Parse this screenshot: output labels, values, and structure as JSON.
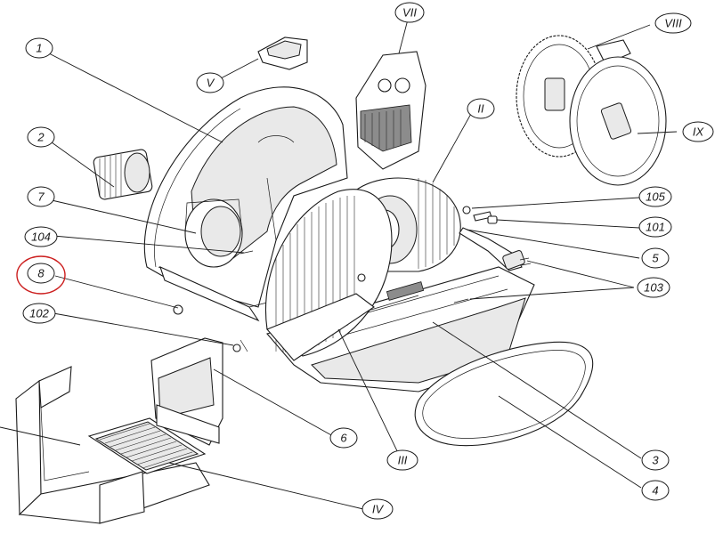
{
  "callouts": [
    {
      "id": "1",
      "text": "1"
    },
    {
      "id": "2",
      "text": "2"
    },
    {
      "id": "7",
      "text": "7"
    },
    {
      "id": "104",
      "text": "104"
    },
    {
      "id": "8",
      "text": "8",
      "highlighted": true
    },
    {
      "id": "102",
      "text": "102"
    },
    {
      "id": "V",
      "text": "V"
    },
    {
      "id": "VII",
      "text": "VII"
    },
    {
      "id": "VIII",
      "text": "VIII"
    },
    {
      "id": "IX",
      "text": "IX"
    },
    {
      "id": "II",
      "text": "II"
    },
    {
      "id": "105",
      "text": "105"
    },
    {
      "id": "101",
      "text": "101"
    },
    {
      "id": "5",
      "text": "5"
    },
    {
      "id": "103",
      "text": "103"
    },
    {
      "id": "6",
      "text": "6"
    },
    {
      "id": "III",
      "text": "III"
    },
    {
      "id": "3",
      "text": "3"
    },
    {
      "id": "4",
      "text": "4"
    },
    {
      "id": "IV",
      "text": "IV"
    }
  ],
  "colors": {
    "line": "#1a1a1a",
    "highlight": "#cc1f1f",
    "shade": "#e9e9e9"
  }
}
